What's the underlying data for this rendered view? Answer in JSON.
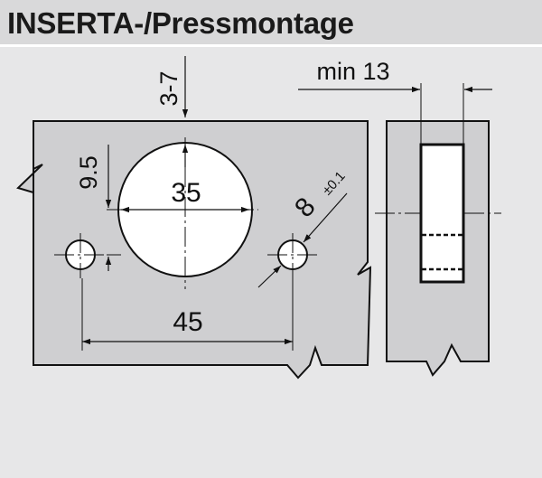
{
  "header": {
    "title": "INSERTA-/Pressmontage"
  },
  "dimensions": {
    "edge_distance": "3-7",
    "min_thickness": "min 13",
    "hole_offset": "9.5",
    "cup_diameter": "35",
    "screw_diameter": "8",
    "screw_tolerance": "±0.1",
    "hole_spacing": "45"
  },
  "colors": {
    "background": "#e7e7e8",
    "header_background": "#d9d9da",
    "panel_fill": "#cfcfd1",
    "line": "#111111",
    "cup_fill": "#ffffff"
  }
}
